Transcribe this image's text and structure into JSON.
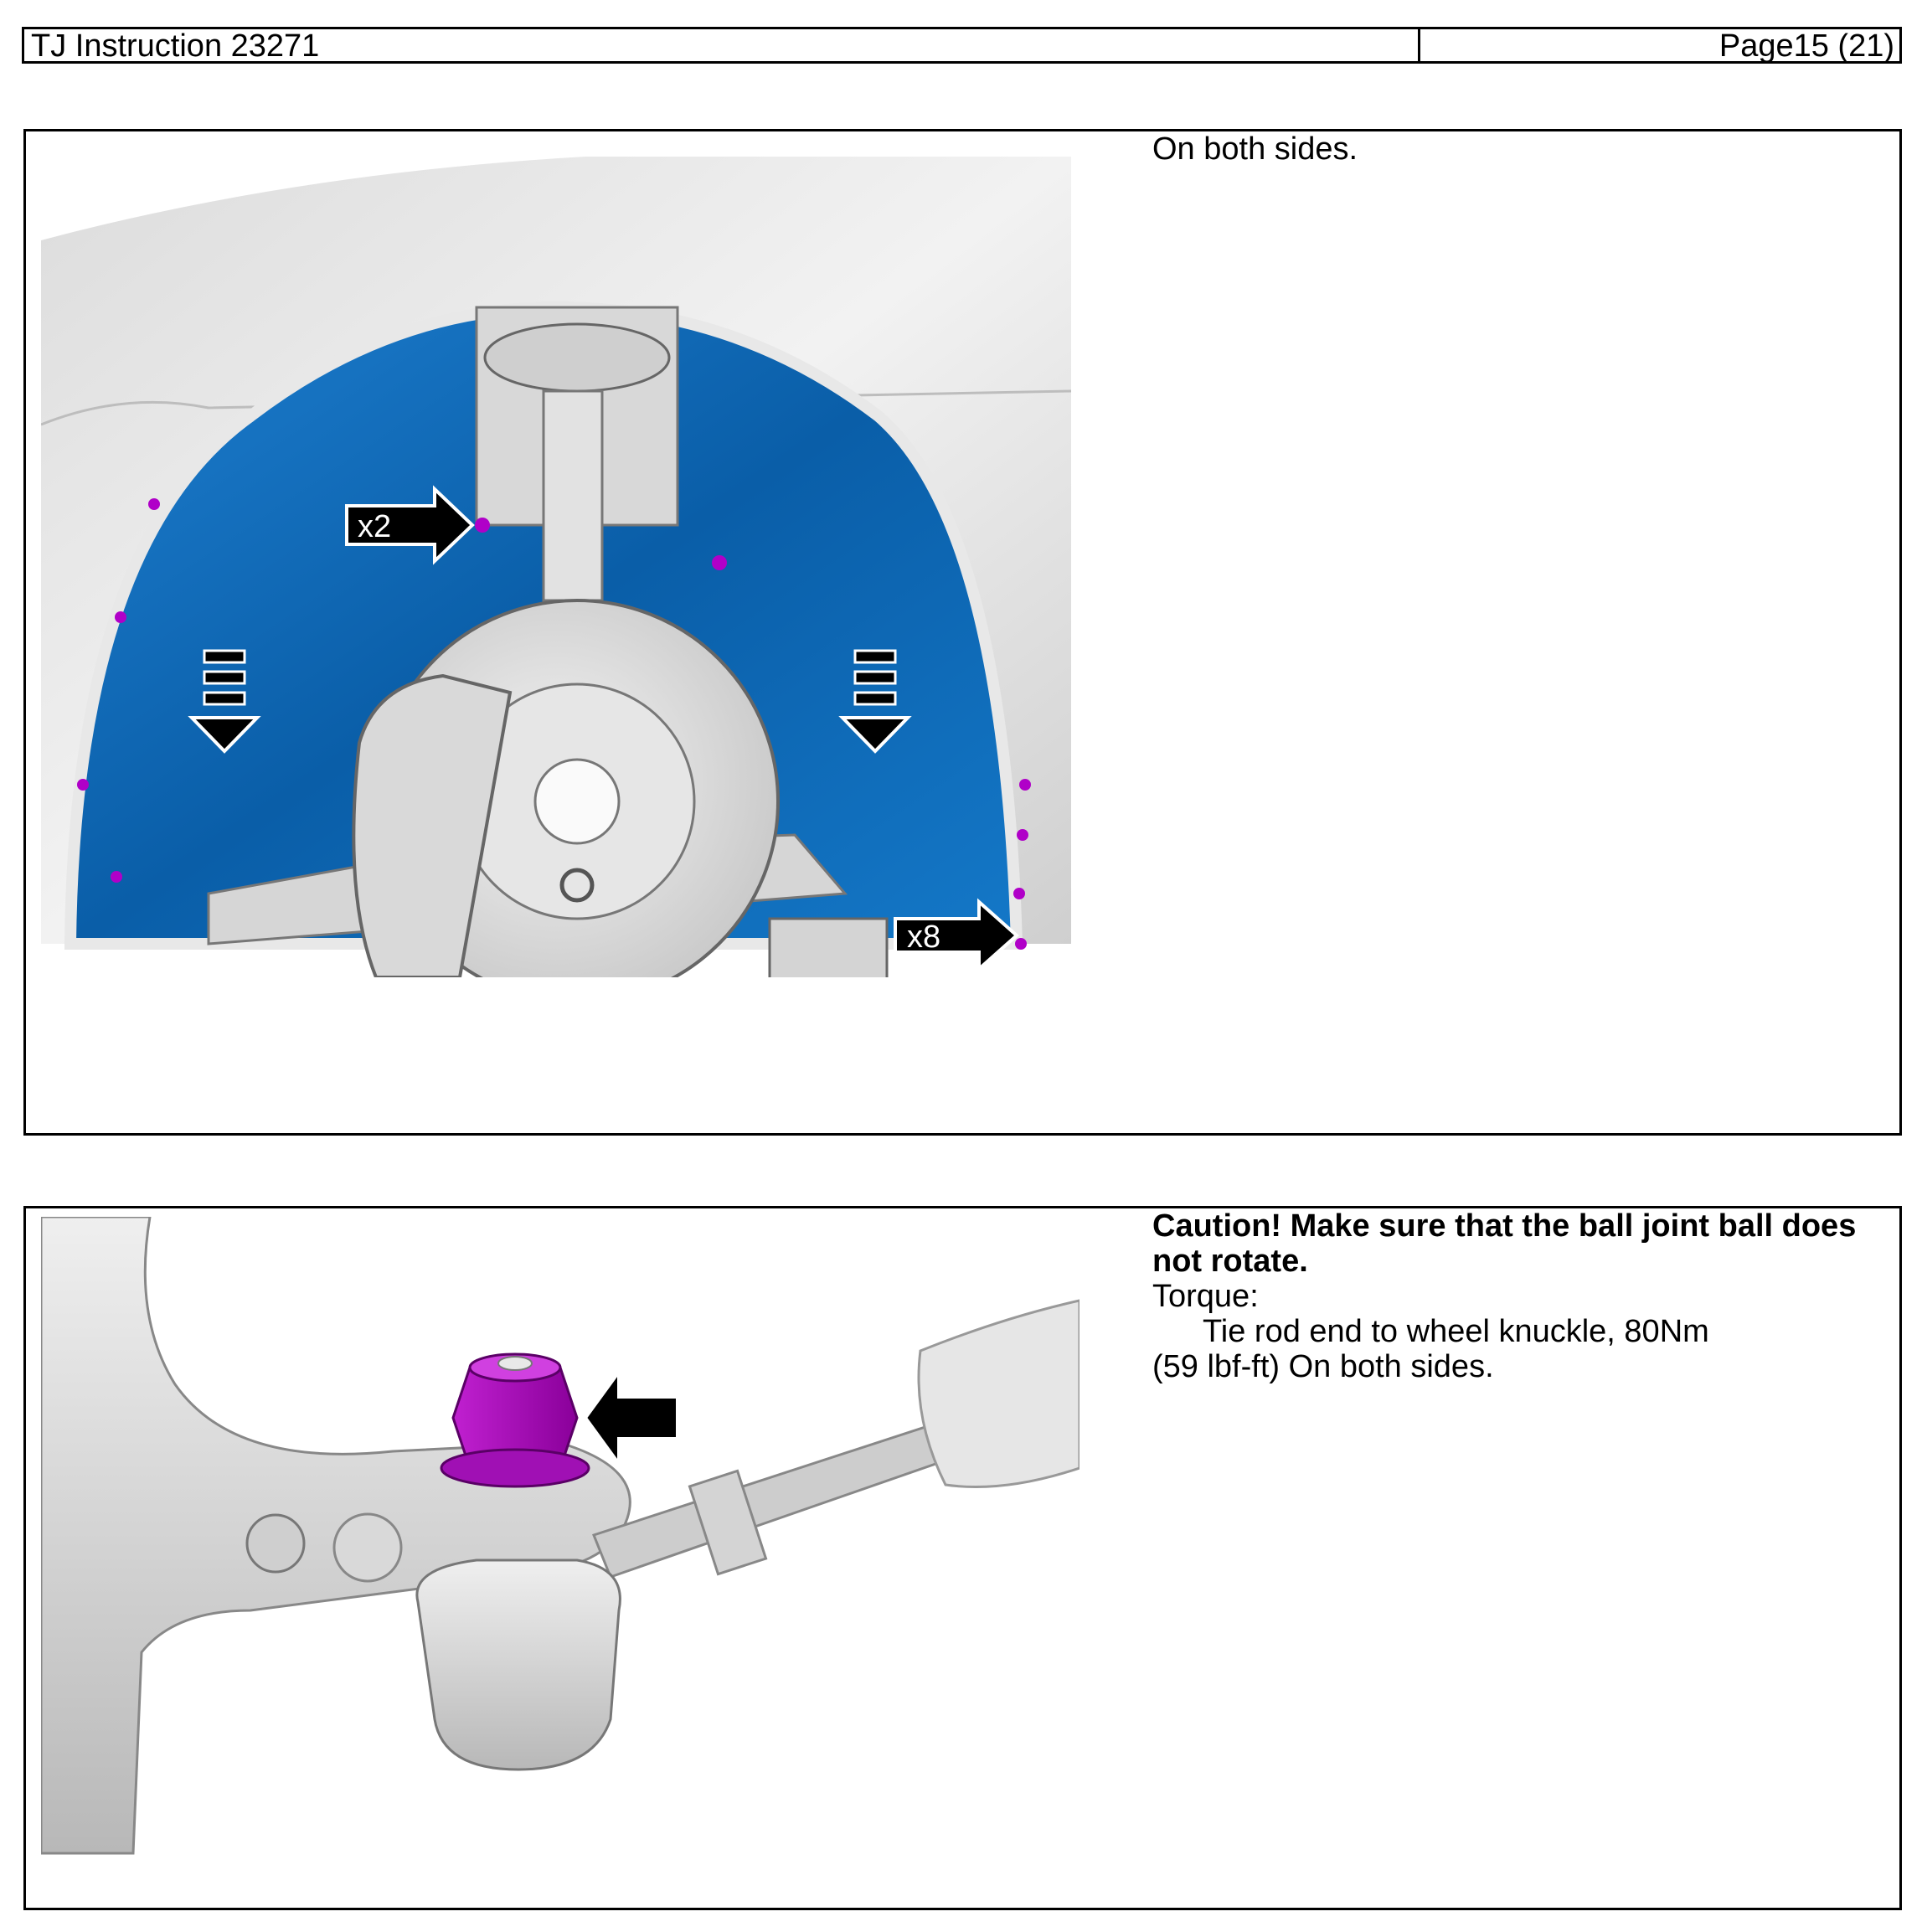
{
  "header": {
    "title": "TJ Instruction 23271",
    "page": "Page15 (21)"
  },
  "step1": {
    "text": "On both sides.",
    "callouts": [
      "x2",
      "x8"
    ]
  },
  "step2": {
    "caution": "Caution!  Make sure that the ball joint ball does not rotate.",
    "torque_label": "Torque:",
    "torque_item": "Tie rod end to wheel knuckle, 80Nm",
    "torque_cont": "(59 lbf-ft) On both sides."
  }
}
